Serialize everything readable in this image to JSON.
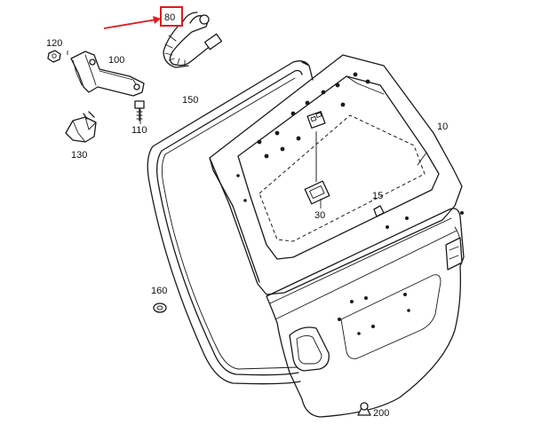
{
  "diagram": {
    "callouts": [
      {
        "id": "80",
        "text": "80",
        "highlighted": true
      },
      {
        "id": "120",
        "text": "120"
      },
      {
        "id": "100",
        "text": "100"
      },
      {
        "id": "150",
        "text": "150"
      },
      {
        "id": "110",
        "text": "110"
      },
      {
        "id": "130",
        "text": "130"
      },
      {
        "id": "10",
        "text": "10"
      },
      {
        "id": "15",
        "text": "15"
      },
      {
        "id": "30",
        "text": "30"
      },
      {
        "id": "160",
        "text": "160"
      },
      {
        "id": "200",
        "text": "200"
      }
    ],
    "highlight_color": "#e0191e",
    "line_color": "#1a1a1a"
  }
}
